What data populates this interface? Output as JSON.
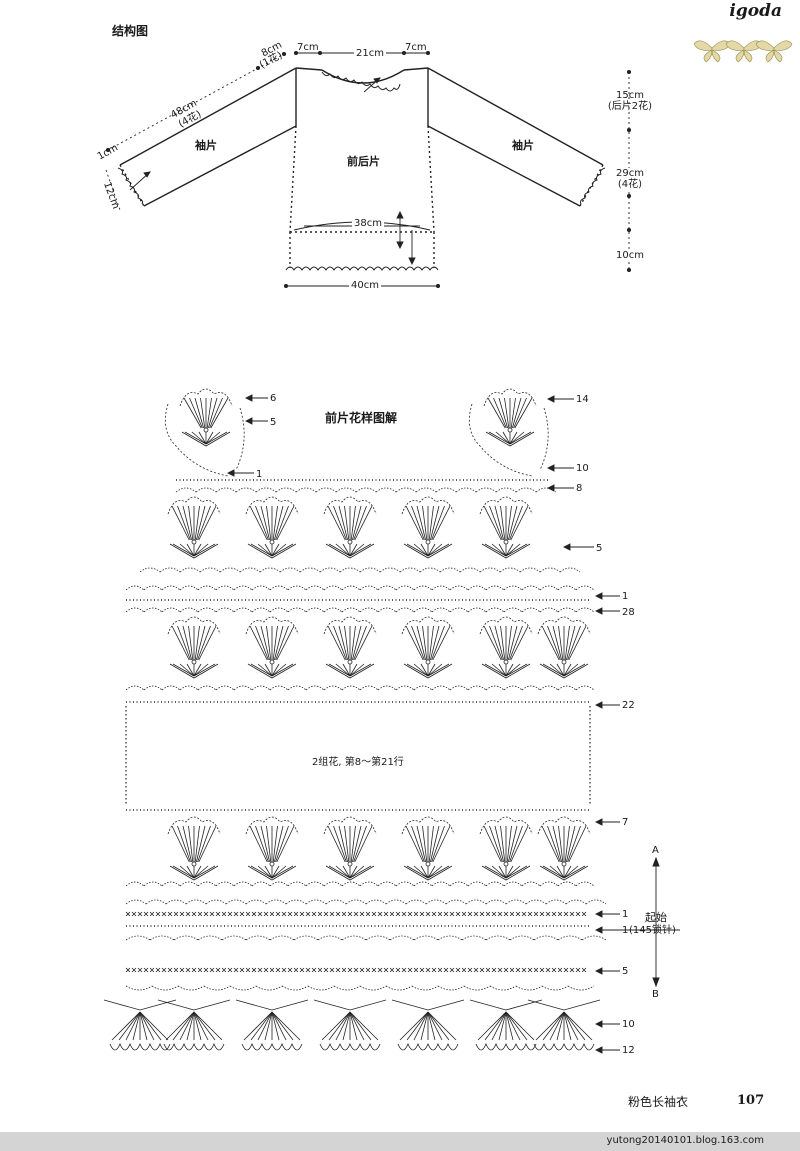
{
  "brand": "igoda",
  "structure": {
    "title": "结构图",
    "sleeve_left_label": "袖片",
    "sleeve_right_label": "袖片",
    "body_label": "前后片",
    "dim_8cm": "8cm",
    "dim_8cm_flowers": "(1花)",
    "dim_7cm_left": "7cm",
    "dim_21cm": "21cm",
    "dim_7cm_right": "7cm",
    "dim_48cm": "48cm",
    "dim_48cm_flowers": "(4花)",
    "dim_1cm": "1cm",
    "dim_12cm": "12cm",
    "dim_38cm": "38cm",
    "dim_40cm": "40cm",
    "dim_15cm": "15cm",
    "dim_15cm_note": "(后片2花)",
    "dim_29cm": "29cm",
    "dim_29cm_flowers": "(4花)",
    "dim_10cm": "10cm"
  },
  "chart": {
    "title": "前片花样图解",
    "middle_note": "2组花, 第8～第21行",
    "row_labels": {
      "r6": "6",
      "r5a": "5",
      "r1a": "1",
      "r14": "14",
      "r10a": "10",
      "r8": "8",
      "r5b": "5",
      "r1b": "1",
      "r28": "28",
      "r22": "22",
      "r7": "7",
      "r1c": "1",
      "r1d": "1",
      "r5c": "5",
      "r10b": "10",
      "r12": "12"
    },
    "start_label": "起始",
    "chain_label": "(145锁针)",
    "dir_a": "A",
    "dir_b": "B"
  },
  "footer": {
    "caption": "粉色长袖衣",
    "page_number": "107",
    "url": "yutong20140101.blog.163.com"
  }
}
